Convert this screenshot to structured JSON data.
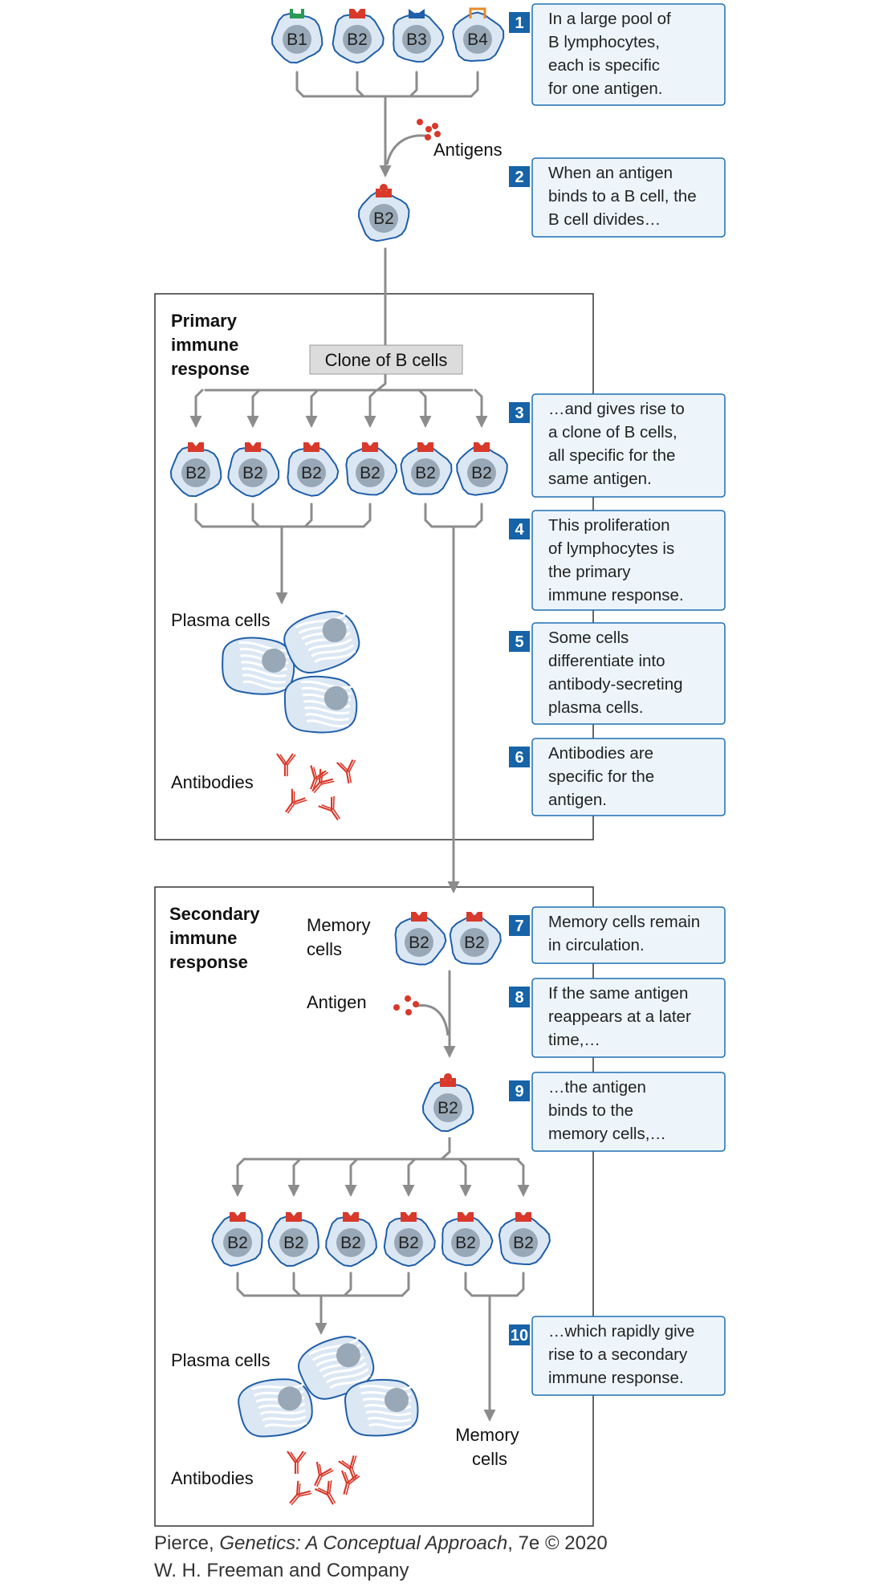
{
  "colors": {
    "cell_fill": "#dce7f4",
    "cell_stroke": "#1f5ea8",
    "nucleus": "#98a8b6",
    "receptor": "#d8392b",
    "arrow": "#8c8c8c",
    "step_badge": "#1663a8",
    "callout_fill": "#edf5fb",
    "callout_stroke": "#1f6fb2",
    "antibody": "#d8392b",
    "clone_box": "#dcdcdc"
  },
  "pool": {
    "cells": [
      {
        "label": "B1",
        "receptor_color": "#2a9a55",
        "receptor_shape": "cup"
      },
      {
        "label": "B2",
        "receptor_color": "#d8392b",
        "receptor_shape": "notch"
      },
      {
        "label": "B3",
        "receptor_color": "#1f5ea8",
        "receptor_shape": "bowtie"
      },
      {
        "label": "B4",
        "receptor_color": "#e58a2a",
        "receptor_shape": "open-cup"
      }
    ],
    "antigens_label": "Antigens",
    "activated_label": "B2"
  },
  "primary": {
    "title_lines": [
      "Primary",
      "immune",
      "response"
    ],
    "clone_label": "Clone of B cells",
    "cell_label": "B2",
    "plasma_label": "Plasma cells",
    "antibodies_label": "Antibodies"
  },
  "secondary": {
    "title_lines": [
      "Secondary",
      "immune",
      "response"
    ],
    "memory_label_lines": [
      "Memory",
      "cells"
    ],
    "antigen_label": "Antigen",
    "activated_label": "B2",
    "cell_label": "B2",
    "plasma_label": "Plasma cells",
    "antibodies_label": "Antibodies",
    "memory_out_lines": [
      "Memory",
      "cells"
    ]
  },
  "steps": [
    {
      "num": "1",
      "lines": [
        "In a large pool of",
        "B lymphocytes,",
        "each is specific",
        "for one antigen."
      ]
    },
    {
      "num": "2",
      "lines": [
        "When an antigen",
        "binds to a B cell, the",
        "B cell divides…"
      ]
    },
    {
      "num": "3",
      "lines": [
        "…and gives rise to",
        "a clone of B cells,",
        "all specific for the",
        "same antigen."
      ]
    },
    {
      "num": "4",
      "lines": [
        "This proliferation",
        "of lymphocytes is",
        "the primary",
        "immune response."
      ]
    },
    {
      "num": "5",
      "lines": [
        "Some cells",
        "differentiate into",
        "antibody-secreting",
        "plasma cells."
      ]
    },
    {
      "num": "6",
      "lines": [
        "Antibodies are",
        "specific for the",
        "antigen."
      ]
    },
    {
      "num": "7",
      "lines": [
        "Memory cells remain",
        "in circulation."
      ]
    },
    {
      "num": "8",
      "lines": [
        "If the same antigen",
        "reappears at a later",
        "time,…"
      ]
    },
    {
      "num": "9",
      "lines": [
        "…the antigen",
        "binds to the",
        "memory cells,…"
      ]
    },
    {
      "num": "10",
      "lines": [
        "…which rapidly give",
        "rise to a secondary",
        "immune response."
      ]
    }
  ],
  "credit": {
    "line1_prefix": "Pierce, ",
    "line1_title": "Genetics: A Conceptual Approach",
    "line1_suffix": ", 7e © 2020",
    "line2": "W. H. Freeman and Company"
  }
}
